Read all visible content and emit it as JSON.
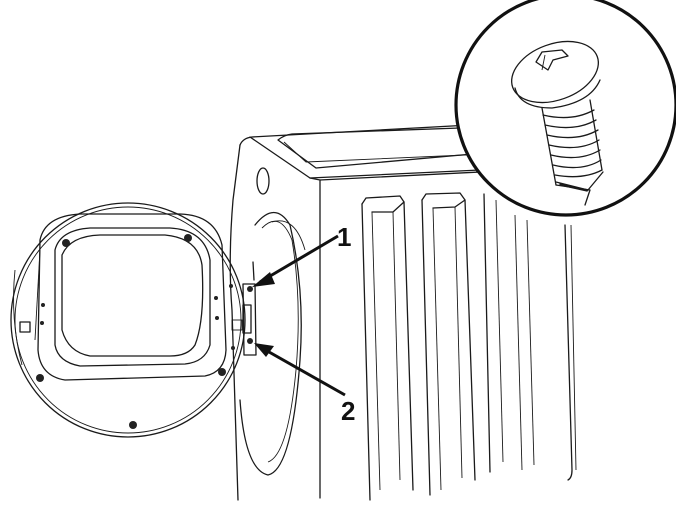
{
  "diagram": {
    "subject": "front-load dryer with door open, hinge screws detail",
    "callouts": [
      {
        "id": "1",
        "label": "1",
        "target": "upper hinge screw"
      },
      {
        "id": "2",
        "label": "2",
        "target": "lower hinge screw"
      }
    ],
    "inset": {
      "subject": "pan-head Phillips screw"
    },
    "colors": {
      "line": "#1a1a1a",
      "background": "#ffffff"
    }
  }
}
